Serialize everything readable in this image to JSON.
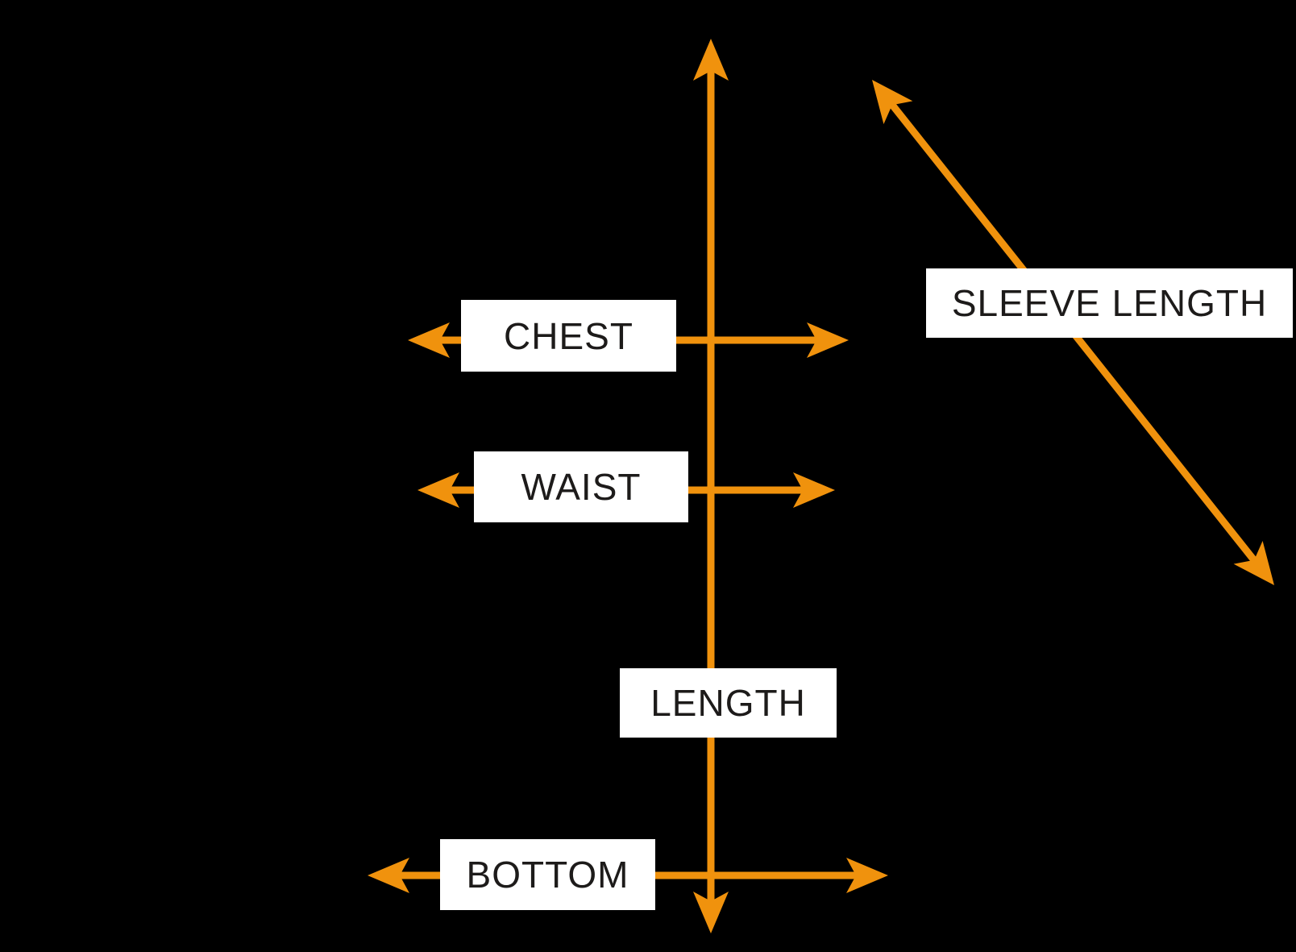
{
  "diagram": {
    "labels": {
      "chest": "CHEST",
      "waist": "WAIST",
      "length": "LENGTH",
      "bottom": "BOTTOM",
      "sleeve_length": "SLEEVE LENGTH"
    },
    "colors": {
      "background": "#000000",
      "arrow": "#F0920D",
      "label_background": "#FFFFFF",
      "label_text": "#1D1B1A"
    }
  }
}
